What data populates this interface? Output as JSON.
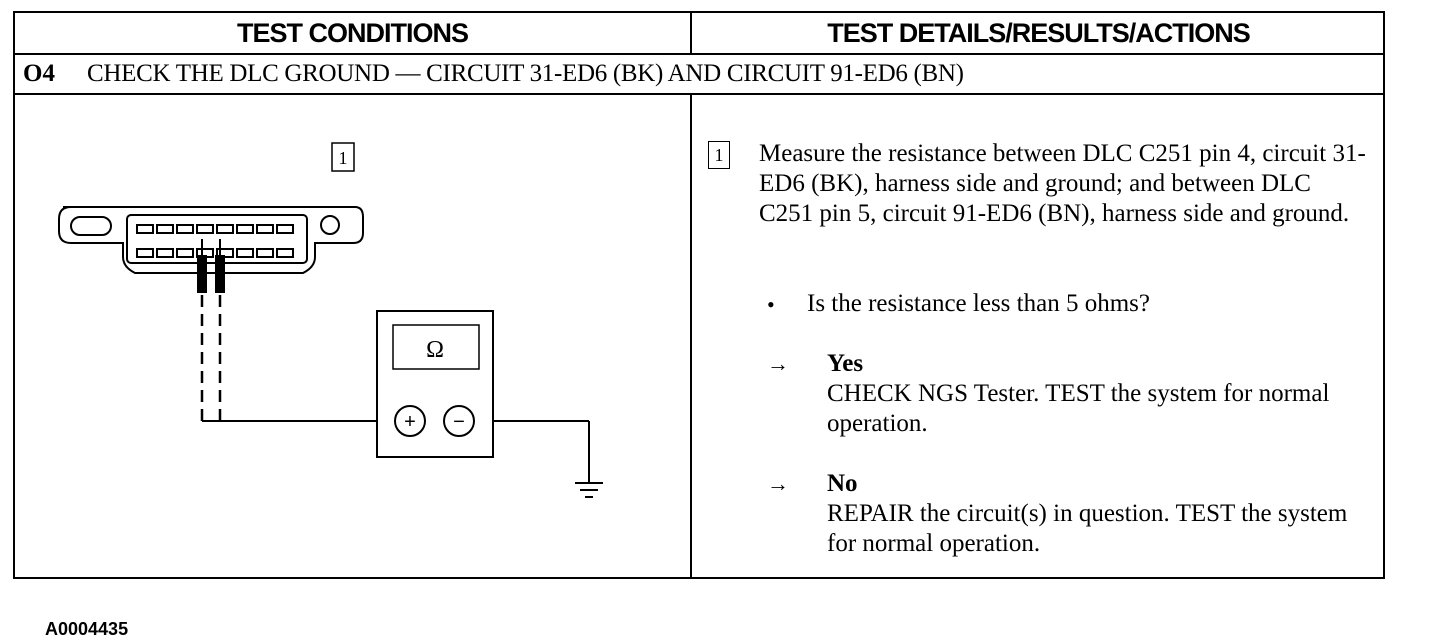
{
  "header": {
    "left_title": "TEST CONDITIONS",
    "right_title": "TEST DETAILS/RESULTS/ACTIONS"
  },
  "step": {
    "number": "O4",
    "title": "CHECK THE DLC GROUND — CIRCUIT 31-ED6 (BK) AND CIRCUIT 91-ED6 (BN)"
  },
  "diagram": {
    "callout": "1",
    "meter_symbol": "Ω",
    "plus_symbol": "+",
    "minus_symbol": "−",
    "figure_id": "A0004435"
  },
  "details": {
    "callout": "1",
    "instruction": "Measure the resistance between DLC C251 pin 4, circuit 31-ED6 (BK), harness side and ground; and between DLC C251 pin 5, circuit 91-ED6 (BN), harness side and ground.",
    "bullet": "•",
    "question": "Is the resistance less than 5 ohms?",
    "arrow": "→",
    "yes_label": "Yes",
    "yes_text": "CHECK NGS Tester. TEST the system for normal operation.",
    "no_label": "No",
    "no_text": "REPAIR the circuit(s) in question. TEST the system for normal operation."
  }
}
